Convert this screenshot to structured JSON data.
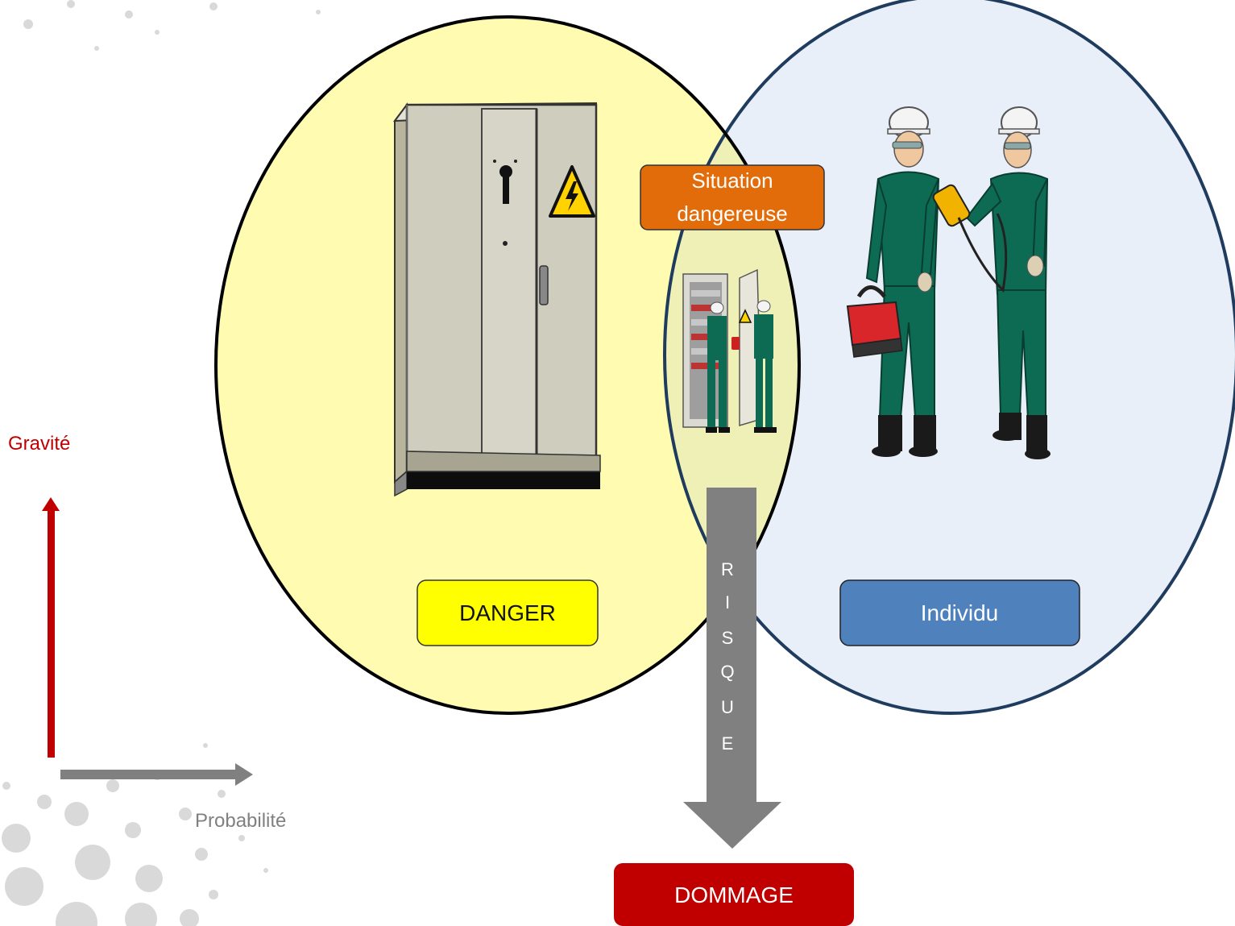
{
  "colors": {
    "danger_circle": "#FFFCB2",
    "individu_circle": "#E9EFF8",
    "circle_overlap": "#EEF0B6",
    "individu_border": "#1F3C5F",
    "danger_badge": "#FFFF00",
    "individu_badge": "#4F81BD",
    "situation_badge": "#E36C0A",
    "dommage_badge": "#C00000",
    "gravite_axis": "#C00000",
    "probabilite_axis": "#808080",
    "risque_arrow": "#808080",
    "worker_suit": "#0E6B53",
    "cabinet": "#CFCDBE"
  },
  "labels": {
    "danger": "DANGER",
    "individu": "Individu",
    "situation_line1": "Situation",
    "situation_line2": "dangereuse",
    "risque_letters": [
      "R",
      "I",
      "S",
      "Q",
      "U",
      "E"
    ],
    "dommage": "DOMMAGE",
    "gravite": "Gravité",
    "probabilite": "Probabilité"
  },
  "icons": [
    "electrical-cabinet-icon",
    "high-voltage-warning-icon",
    "electrician-workers-icon",
    "technicians-at-cabinet-icon",
    "toolbox-icon"
  ]
}
